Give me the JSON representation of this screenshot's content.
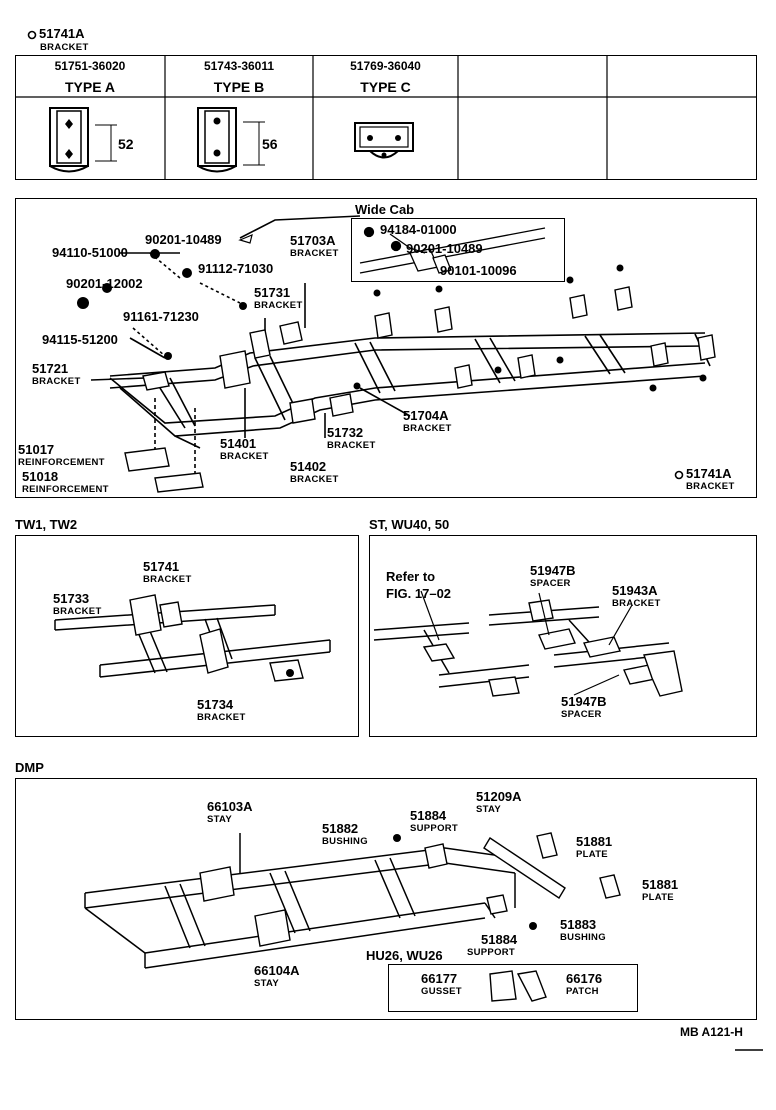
{
  "top": {
    "mark": "51741A",
    "mark_sub": "BRACKET",
    "table": [
      {
        "part": "51751-36020",
        "type": "TYPE A",
        "dim": "52"
      },
      {
        "part": "51743-36011",
        "type": "TYPE B",
        "dim": "56"
      },
      {
        "part": "51769-36040",
        "type": "TYPE C",
        "dim": ""
      }
    ]
  },
  "main": {
    "wide_cab": "Wide Cab",
    "labels": {
      "p94110": "94110-51000",
      "p90201a": "90201-10489",
      "p91112": "91112-71030",
      "p51703A": "51703A",
      "p51703A_s": "BRACKET",
      "p94184": "94184-01000",
      "p90201b": "90201-10489",
      "p90101": "90101-10096",
      "p90201c": "90201-12002",
      "p51731": "51731",
      "p51731_s": "BRACKET",
      "p91161": "91161-71230",
      "p94115": "94115-51200",
      "p51721": "51721",
      "p51721_s": "BRACKET",
      "p51704A": "51704A",
      "p51704A_s": "BRACKET",
      "p51732": "51732",
      "p51732_s": "BRACKET",
      "p51401": "51401",
      "p51401_s": "BRACKET",
      "p51402": "51402",
      "p51402_s": "BRACKET",
      "p51017": "51017",
      "p51017_s": "REINFORCEMENT",
      "p51018": "51018",
      "p51018_s": "REINFORCEMENT",
      "p51741A": "51741A",
      "p51741A_s": "BRACKET"
    }
  },
  "tw": {
    "header": "TW1, TW2",
    "p51741": "51741",
    "p51741_s": "BRACKET",
    "p51733": "51733",
    "p51733_s": "BRACKET",
    "p51734": "51734",
    "p51734_s": "BRACKET"
  },
  "st": {
    "header": "ST, WU40, 50",
    "refer1": "Refer to",
    "refer2": "FIG. 17–02",
    "p51947B_a": "51947B",
    "p51947B_a_s": "SPACER",
    "p51943A": "51943A",
    "p51943A_s": "BRACKET",
    "p51947B_b": "51947B",
    "p51947B_b_s": "SPACER"
  },
  "dmp": {
    "header": "DMP",
    "p66103A": "66103A",
    "p66103A_s": "STAY",
    "p51882": "51882",
    "p51882_s": "BUSHING",
    "p51884a": "51884",
    "p51884a_s": "SUPPORT",
    "p51209A": "51209A",
    "p51209A_s": "STAY",
    "p51881a": "51881",
    "p51881a_s": "PLATE",
    "p51881b": "51881",
    "p51881b_s": "PLATE",
    "p51883": "51883",
    "p51883_s": "BUSHING",
    "p51884b": "51884",
    "p51884b_s": "SUPPORT",
    "p66104A": "66104A",
    "p66104A_s": "STAY",
    "hu_header": "HU26, WU26",
    "p66177": "66177",
    "p66177_s": "GUSSET",
    "p66176": "66176",
    "p66176_s": "PATCH"
  },
  "footer": "MB A121-H"
}
